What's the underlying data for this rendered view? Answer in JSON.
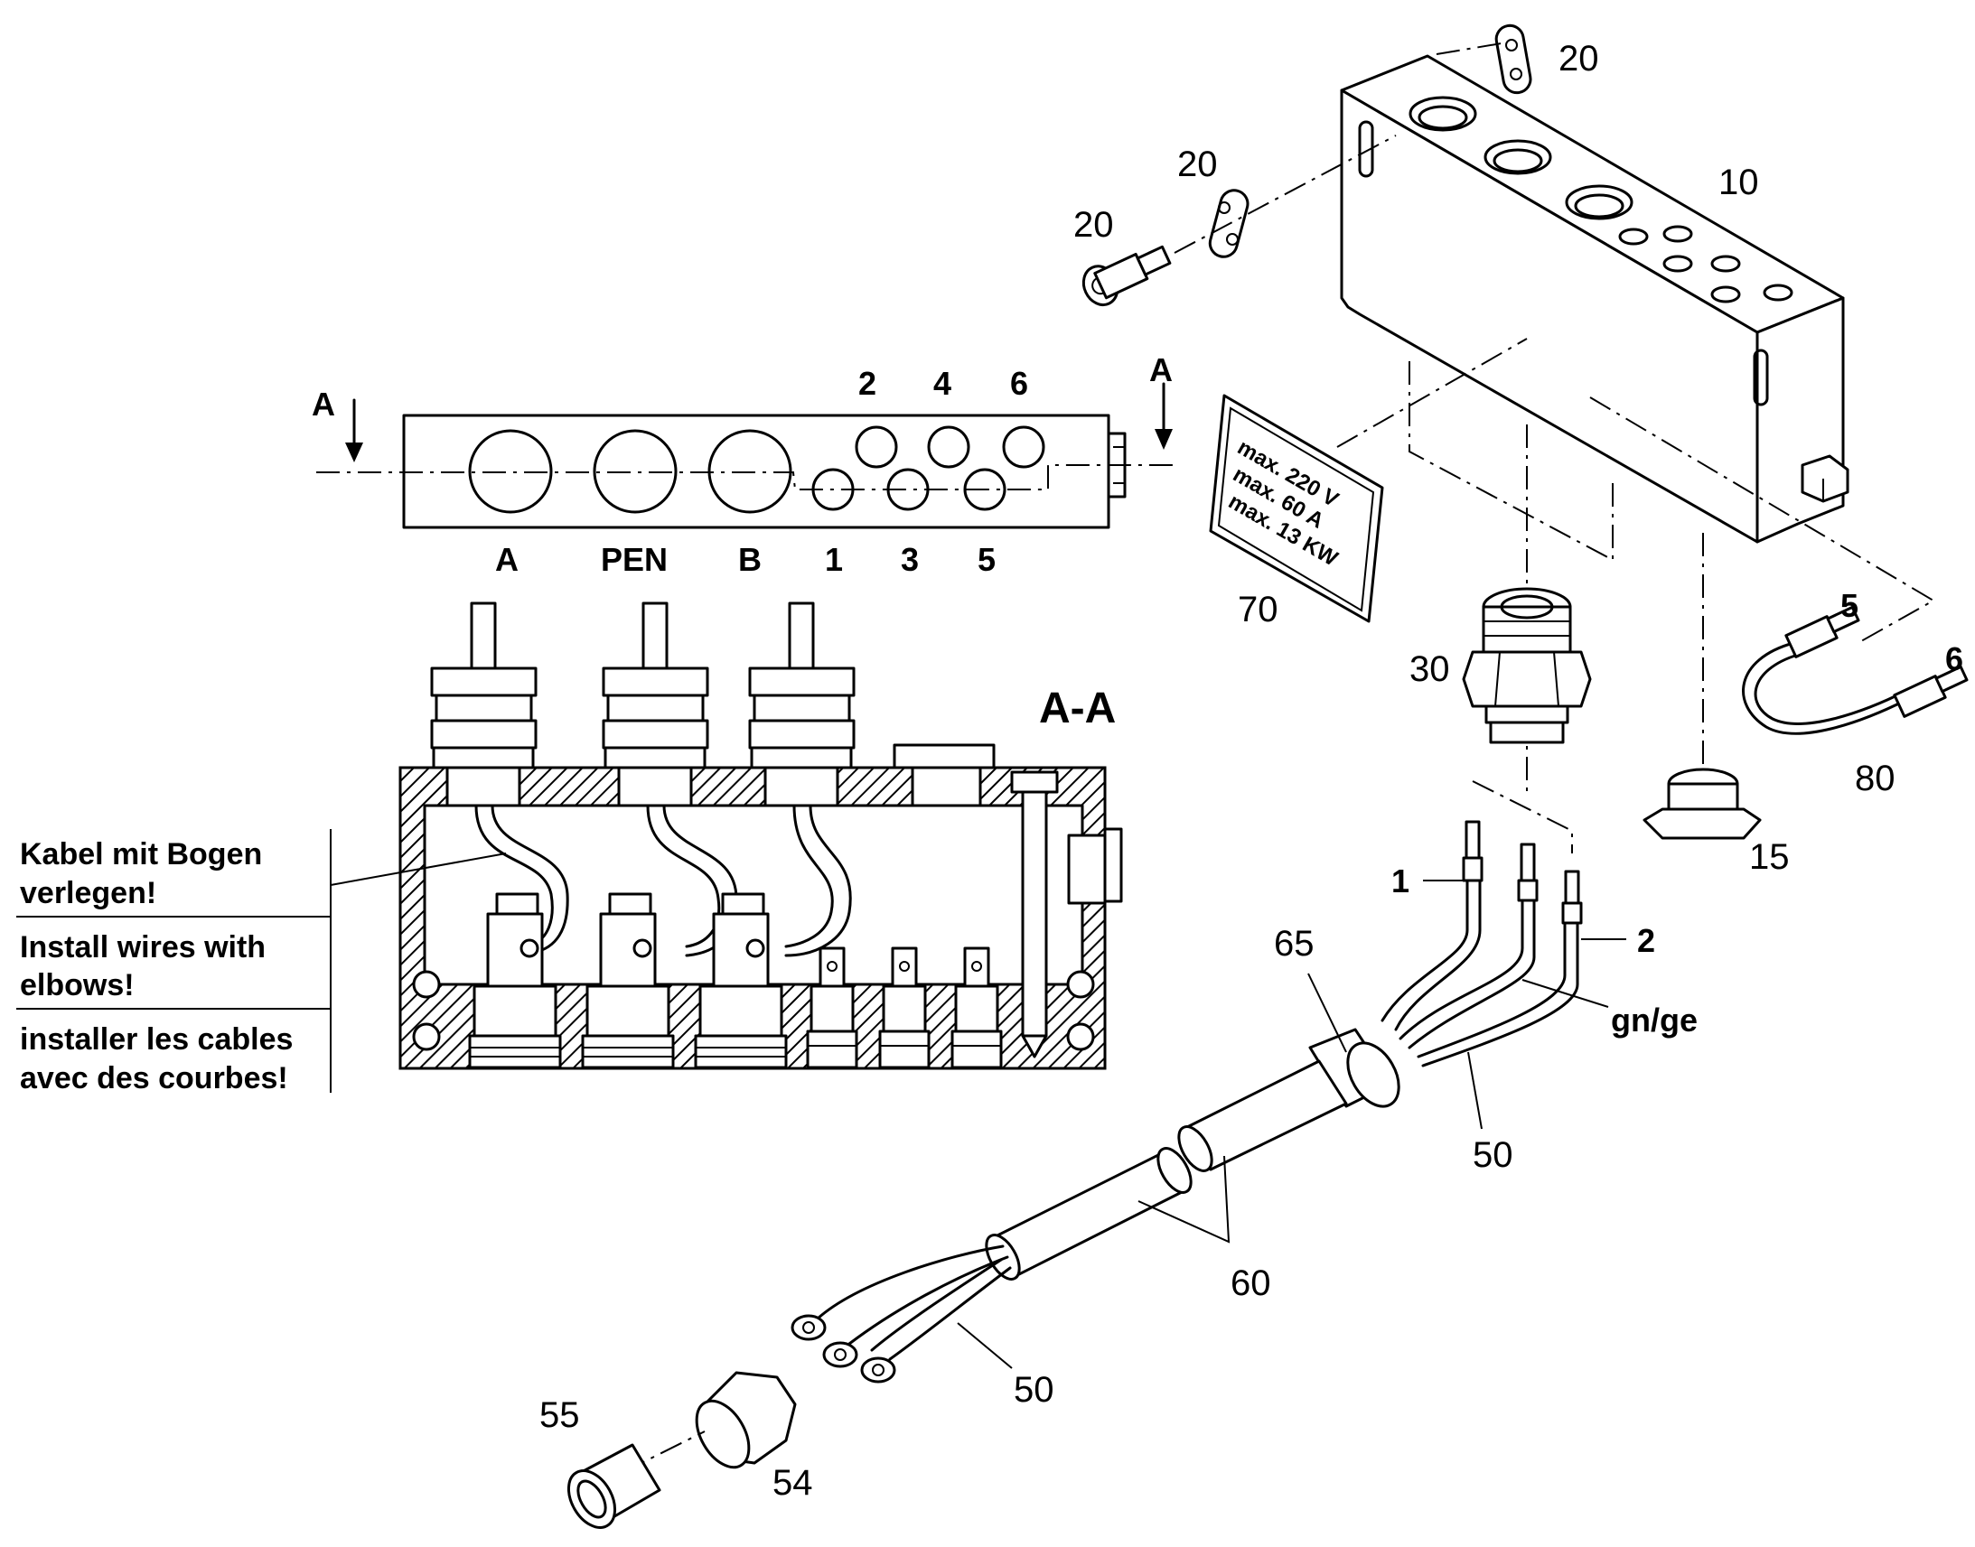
{
  "section_title": "A-A",
  "section_marks": {
    "left": "A",
    "right": "A"
  },
  "top_view": {
    "top_labels": [
      "2",
      "4",
      "6"
    ],
    "bottom_labels": [
      "A",
      "PEN",
      "B",
      "1",
      "3",
      "5"
    ]
  },
  "notes": [
    {
      "line1": "Kabel mit Bogen",
      "line2": "verlegen!"
    },
    {
      "line1": "Install wires with",
      "line2": "elbows!"
    },
    {
      "line1": "installer les cables",
      "line2": "avec des courbes!"
    }
  ],
  "plate": {
    "line1": "max. 220 V",
    "line2": "max. 60 A",
    "line3": "max. 13 KW"
  },
  "part_labels": {
    "p10": "10",
    "p15": "15",
    "p20a": "20",
    "p20b": "20",
    "p20c": "20",
    "p30": "30",
    "p50a": "50",
    "p50b": "50",
    "p54": "54",
    "p55": "55",
    "p60": "60",
    "p65": "65",
    "p70": "70",
    "p80": "80"
  },
  "wire_labels": {
    "w1": "1",
    "w2": "2",
    "gnge": "gn/ge",
    "w5": "5",
    "w6": "6"
  }
}
